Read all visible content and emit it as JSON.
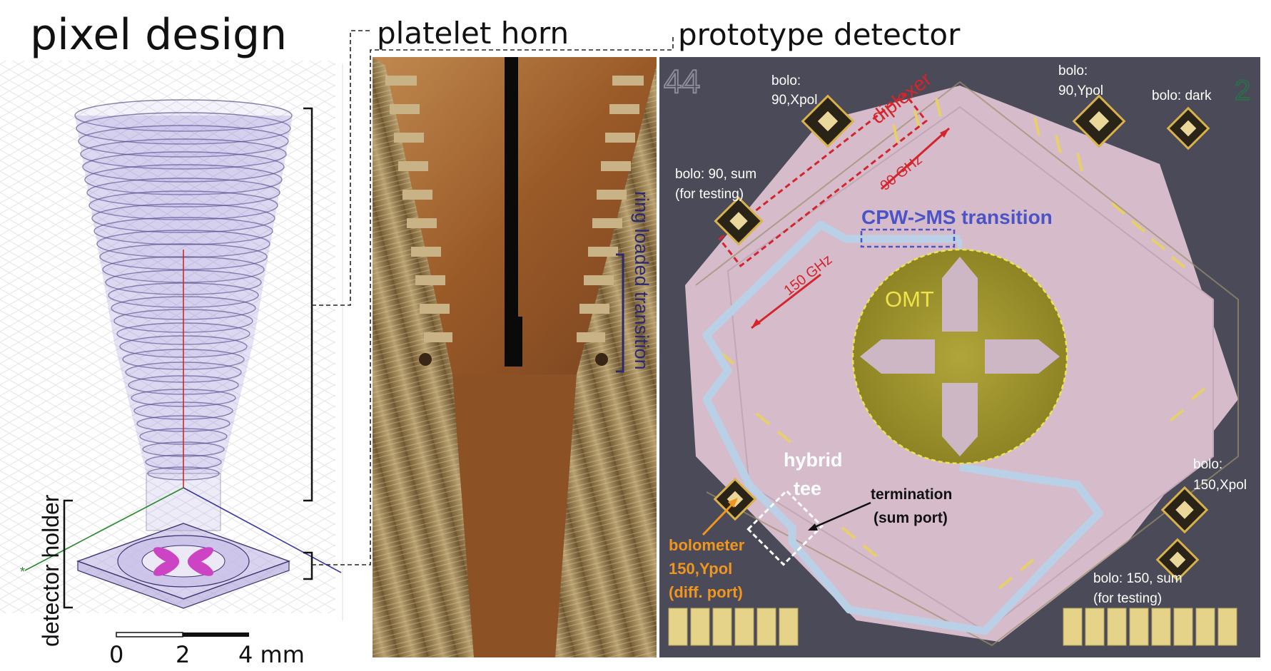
{
  "titles": {
    "pixel_design": "pixel design",
    "platelet_horn": "platelet horn",
    "prototype_detector": "prototype detector"
  },
  "pixel": {
    "detector_holder": "detector holder",
    "scale": [
      "0",
      "2",
      "4 mm"
    ]
  },
  "horn": {
    "ring_loaded_transition": "ring loaded transition"
  },
  "detector": {
    "chip_id": "44",
    "chip_corner_mark": "2",
    "bolo_90_xpol": [
      "bolo:",
      "90,Xpol"
    ],
    "bolo_90_ypol": [
      "bolo:",
      "90,Ypol"
    ],
    "bolo_dark": "bolo: dark",
    "bolo_90_sum": [
      "bolo: 90, sum",
      "(for testing)"
    ],
    "diplexer": "diplexer",
    "freq_90": "90 GHz",
    "freq_150": "150 GHz",
    "cpw_ms": "CPW->MS transition",
    "omt": "OMT",
    "hybrid_tee": [
      "hybrid",
      "tee"
    ],
    "termination": [
      "termination",
      "(sum port)"
    ],
    "bolometer_150_ypol": [
      "bolometer",
      "150,Ypol",
      "(diff. port)"
    ],
    "bolo_150_xpol": [
      "bolo:",
      "150,Xpol"
    ],
    "bolo_150_sum": [
      "bolo: 150, sum",
      "(for testing)"
    ]
  },
  "colors": {
    "horn_violet": "#8a7ad0",
    "copper": "#a0622e",
    "chip_background": "#4a4a58",
    "chip_pink": "#d6bccb",
    "omt_gold": "#a59a2c",
    "diplexer_red": "#d3252b",
    "cpw_blue": "#4a54c6",
    "bolometer_orange": "#f0951e"
  }
}
